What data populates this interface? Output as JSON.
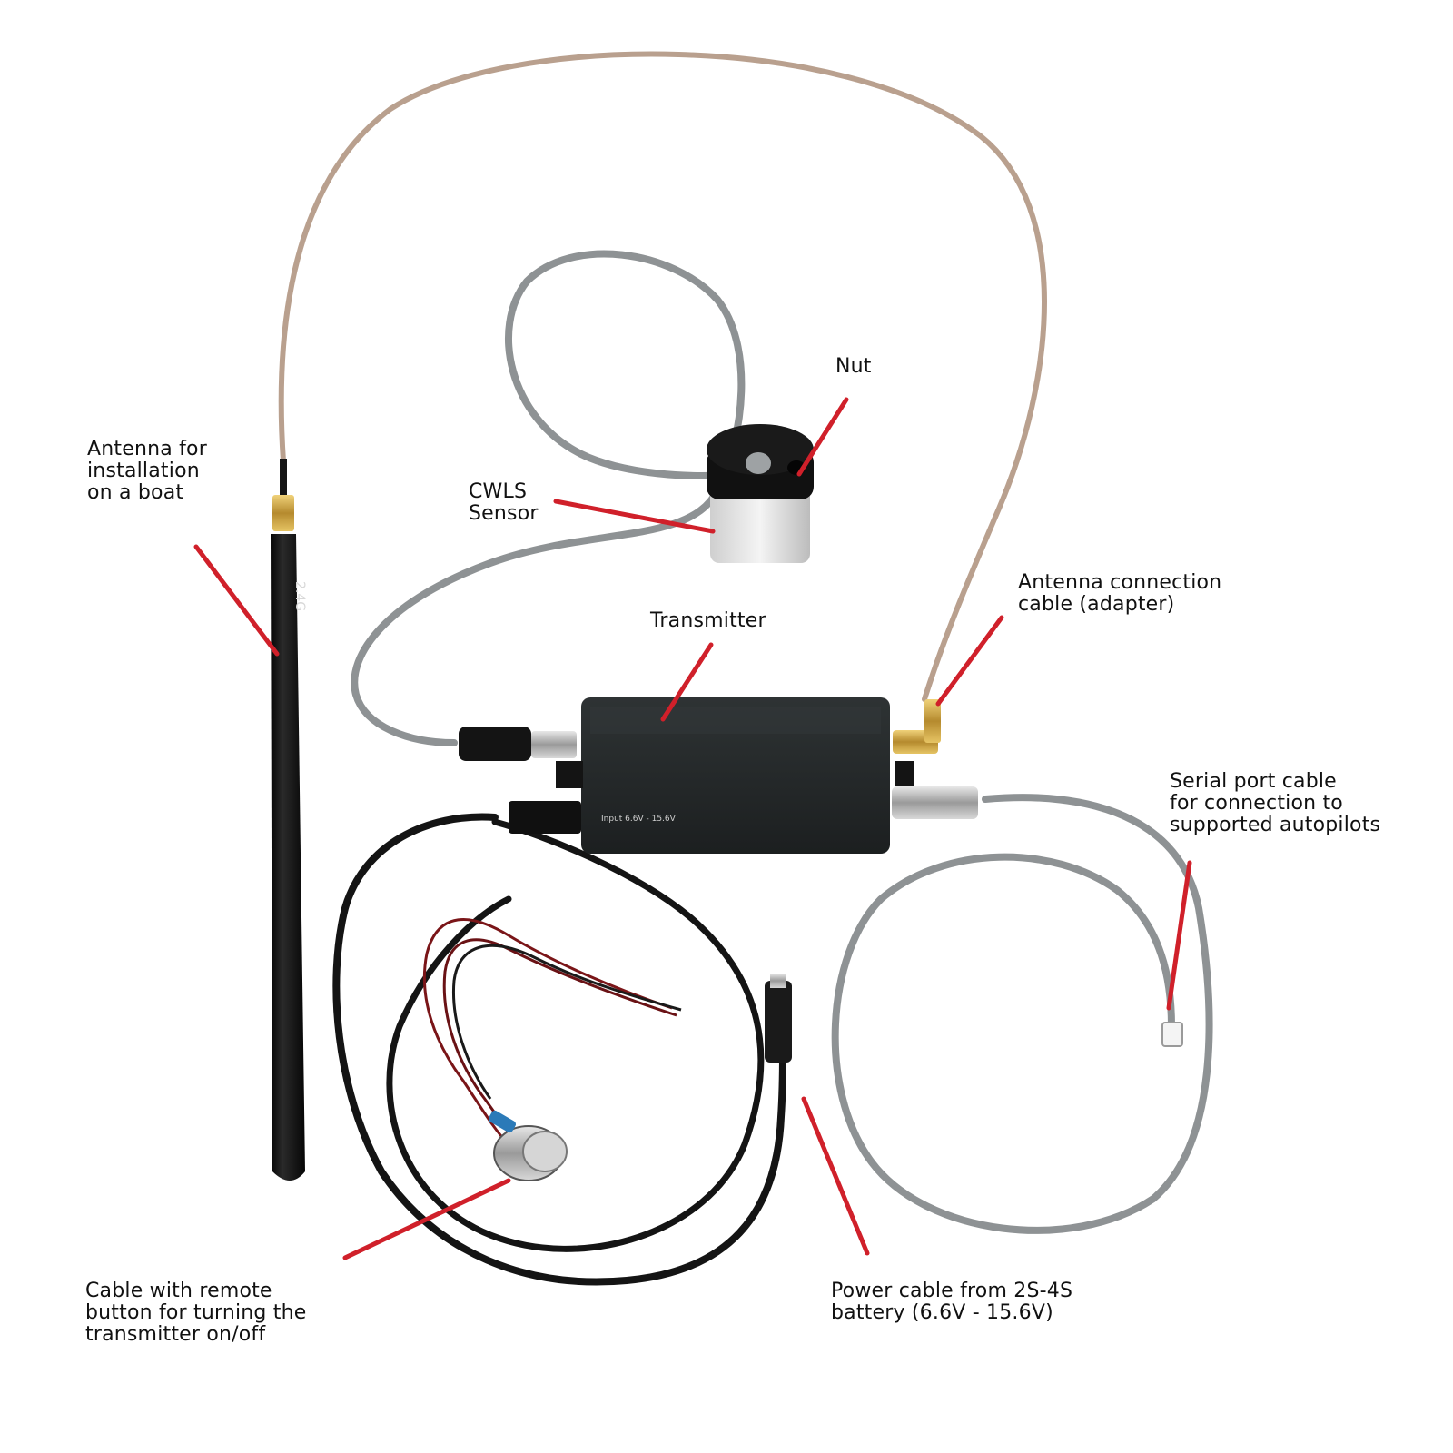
{
  "labels": {
    "nut": [
      "Nut"
    ],
    "antenna_boat": [
      "Antenna for",
      "installation",
      "on a boat"
    ],
    "cwls_sensor": [
      "CWLS",
      "Sensor"
    ],
    "antenna_connection": [
      "Antenna connection",
      "cable (adapter)"
    ],
    "transmitter": [
      "Transmitter"
    ],
    "serial_port": [
      "Serial port cable",
      "for connection to",
      "supported autopilots"
    ],
    "remote_button": [
      "Cable with remote",
      "button for turning the",
      "transmitter on/off"
    ],
    "power_cable": [
      "Power cable from 2S-4S",
      "battery (6.6V - 15.6V)"
    ]
  },
  "device": {
    "antenna_marking": "2.4G",
    "transmitter_marking": "Input 6.6V - 15.6V"
  },
  "colors": {
    "pointer": "#d0202a",
    "rf_cable": "#b9a08e",
    "grey_cable": "#8e9294",
    "black_cable": "#141414",
    "red_wire": "#7a1518",
    "transmitter_body": "#262a2b",
    "gold": "#c8a548"
  }
}
